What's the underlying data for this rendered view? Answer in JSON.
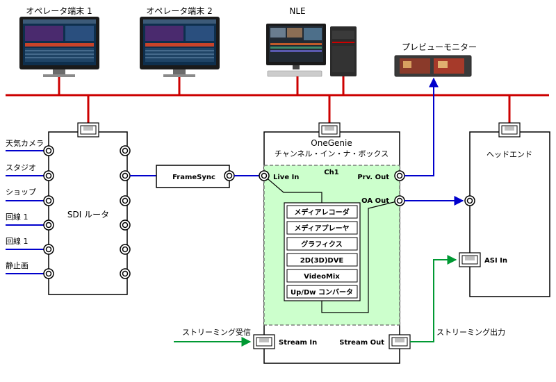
{
  "top": {
    "operator1": "オペレータ端末 1",
    "operator2": "オペレータ端末 2",
    "nle": "NLE",
    "preview_monitor": "プレビューモニター"
  },
  "router": {
    "label": "SDI ルータ",
    "inputs": [
      "天気カメラ",
      "スタジオ",
      "ショップ",
      "回線 1",
      "回線 1",
      "静止画"
    ]
  },
  "framesync": "FrameSync",
  "onegenie": {
    "title": "OneGenie",
    "subtitle": "チャンネル・イン・ナ・ボックス",
    "channel": "Ch1",
    "live_in": "Live In",
    "prv_out": "Prv. Out",
    "oa_out": "OA Out",
    "modules": [
      "メディアレコーダ",
      "メディアプレーヤ",
      "グラフィクス",
      "2D(3D)DVE",
      "VideoMix",
      "Up/Dw コンバータ"
    ],
    "stream_in": "Stream In",
    "stream_out": "Stream Out"
  },
  "headend": {
    "label": "ヘッドエンド",
    "asi_in": "ASI In"
  },
  "streaming_receive": "ストリーミング受信",
  "streaming_output": "ストリーミング出力",
  "colors": {
    "network": "#cc0000",
    "sdi": "#0000cc",
    "stream": "#009933",
    "channel_fill": "#ccffcc"
  }
}
